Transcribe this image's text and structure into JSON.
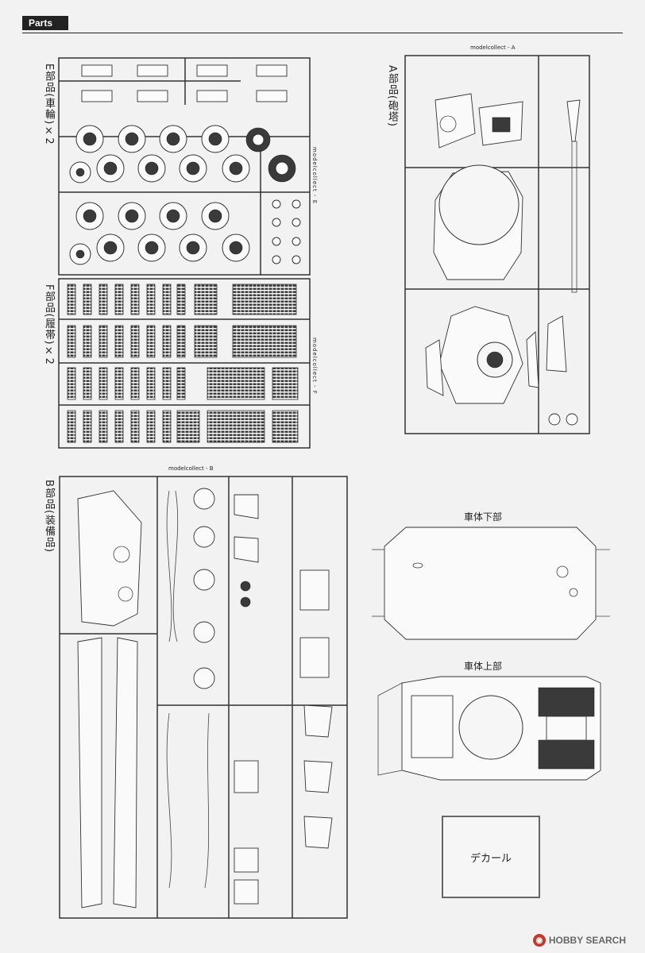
{
  "header": {
    "tag": "Parts"
  },
  "sprues": {
    "e": {
      "label": "E部品(車輪)×2",
      "brand": "modelcollect - E"
    },
    "f": {
      "label": "F部品(履帯)×2",
      "brand": "modelcollect - F"
    },
    "a": {
      "label": "A部品(砲塔)",
      "brand": "modelcollect - A"
    },
    "b": {
      "label": "B部品(装備品)",
      "brand": "modelcollect - B"
    }
  },
  "hull": {
    "lower_label": "車体下部",
    "upper_label": "車体上部"
  },
  "decal": {
    "label": "デカール"
  },
  "watermark": {
    "text": "HOBBY SEARCH"
  }
}
